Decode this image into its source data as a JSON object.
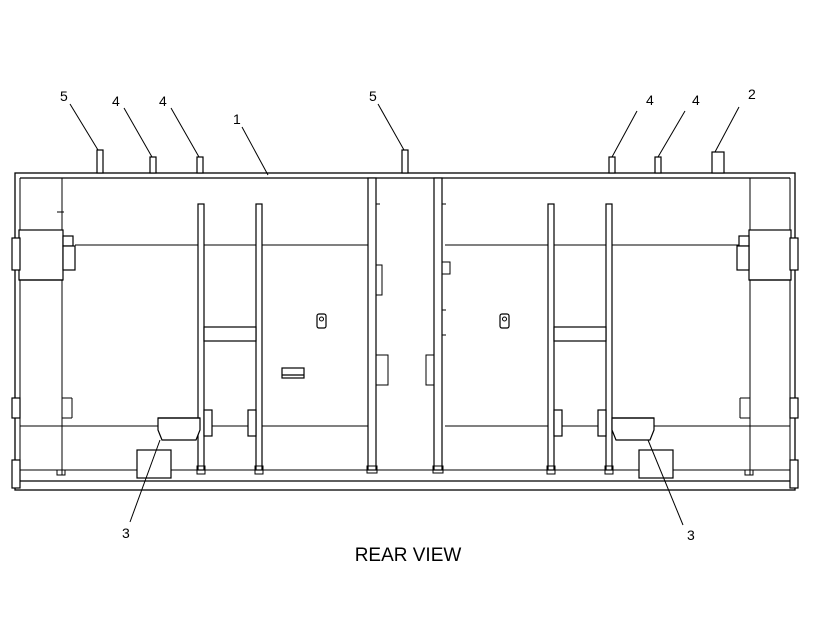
{
  "diagram": {
    "caption": "REAR VIEW",
    "callouts": {
      "c5_left": "5",
      "c4_a": "4",
      "c4_b": "4",
      "c1": "1",
      "c5_mid": "5",
      "c4_c": "4",
      "c4_d": "4",
      "c2": "2",
      "c3_left": "3",
      "c3_right": "3"
    }
  }
}
